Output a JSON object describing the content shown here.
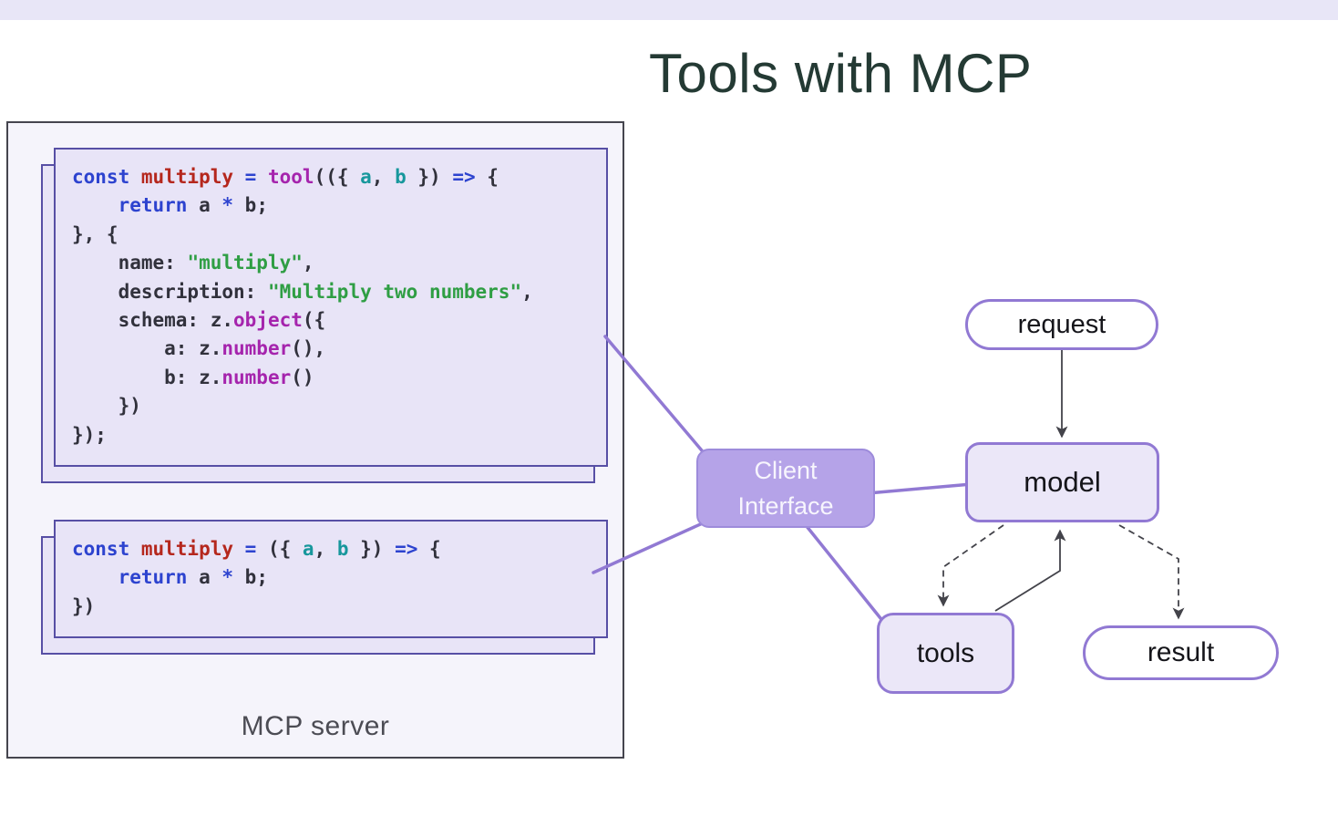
{
  "title": "Tools with MCP",
  "mcp_server": {
    "label": "MCP server",
    "code_blocks": [
      {
        "lines": [
          [
            [
              "kw",
              "const "
            ],
            [
              "var",
              "multiply"
            ],
            [
              "pln",
              " "
            ],
            [
              "op",
              "="
            ],
            [
              "pln",
              " "
            ],
            [
              "fn",
              "tool"
            ],
            [
              "pln",
              "(({ "
            ],
            [
              "par",
              "a"
            ],
            [
              "pln",
              ", "
            ],
            [
              "par",
              "b"
            ],
            [
              "pln",
              " }) "
            ],
            [
              "op",
              "=>"
            ],
            [
              "pln",
              " {"
            ]
          ],
          [
            [
              "kw",
              "    return"
            ],
            [
              "pln",
              " a "
            ],
            [
              "op",
              "*"
            ],
            [
              "pln",
              " b;"
            ]
          ],
          [
            [
              "pln",
              "}, {"
            ]
          ],
          [
            [
              "pln",
              "    name: "
            ],
            [
              "str",
              "\"multiply\""
            ],
            [
              "pln",
              ","
            ]
          ],
          [
            [
              "pln",
              "    description: "
            ],
            [
              "str",
              "\"Multiply two numbers\""
            ],
            [
              "pln",
              ","
            ]
          ],
          [
            [
              "pln",
              "    schema: z."
            ],
            [
              "fn",
              "object"
            ],
            [
              "pln",
              "({"
            ]
          ],
          [
            [
              "pln",
              "        a: z."
            ],
            [
              "fn",
              "number"
            ],
            [
              "pln",
              "(),"
            ]
          ],
          [
            [
              "pln",
              "        b: z."
            ],
            [
              "fn",
              "number"
            ],
            [
              "pln",
              "()"
            ]
          ],
          [
            [
              "pln",
              "    })"
            ]
          ],
          [
            [
              "pln",
              "});"
            ]
          ]
        ]
      },
      {
        "lines": [
          [
            [
              "kw",
              "const "
            ],
            [
              "var",
              "multiply"
            ],
            [
              "pln",
              " "
            ],
            [
              "op",
              "="
            ],
            [
              "pln",
              " ({ "
            ],
            [
              "par",
              "a"
            ],
            [
              "pln",
              ", "
            ],
            [
              "par",
              "b"
            ],
            [
              "pln",
              " }) "
            ],
            [
              "op",
              "=>"
            ],
            [
              "pln",
              " {"
            ]
          ],
          [
            [
              "kw",
              "    return"
            ],
            [
              "pln",
              " a "
            ],
            [
              "op",
              "*"
            ],
            [
              "pln",
              " b;"
            ]
          ],
          [
            [
              "pln",
              "})"
            ]
          ]
        ]
      }
    ]
  },
  "diagram": {
    "request_label": "request",
    "model_label": "model",
    "client_interface_line1": "Client",
    "client_interface_line2": "Interface",
    "tools_label": "tools",
    "result_label": "result"
  },
  "colors": {
    "title_color": "#243a34",
    "accent_purple": "#9179d3",
    "client_interface_fill": "#b5a3e8",
    "node_fill_light": "#ebe7f8",
    "code_box_fill": "#e8e4f7",
    "code_box_border": "#574fa5",
    "syntax_keyword": "#2d43cf",
    "syntax_function": "#a524ad",
    "syntax_variable": "#b5271d",
    "syntax_param": "#17979c",
    "syntax_string": "#2f9e44",
    "syntax_plain": "#31313c",
    "arrow_dark": "#43434a"
  }
}
